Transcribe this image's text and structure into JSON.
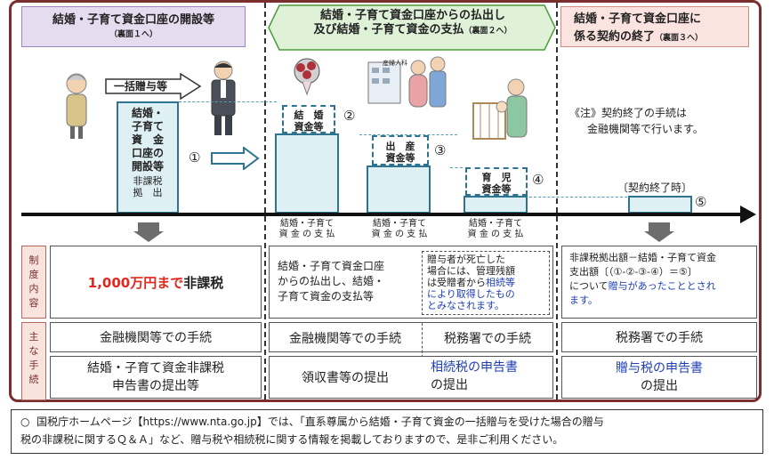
{
  "columns": {
    "col1": {
      "title": "結婚・子育て資金口座の開設等",
      "sub": "（裏面１へ）"
    },
    "col2": {
      "title_l1": "結婚・子育て資金口座からの払出し",
      "title_l2": "及び結婚・子育て資金の支払",
      "sub": "（裏面２へ）"
    },
    "col3": {
      "title_l1": "結婚・子育て資金口座に",
      "title_l2": "係る契約の終了",
      "sub": "（裏面３へ）"
    }
  },
  "diagram": {
    "lump_gift": "一括贈与等",
    "open_account": [
      "結婚・",
      "子育て",
      "資　金",
      "口座の",
      "開設等"
    ],
    "non_taxable_l1": "非課税",
    "non_taxable_l2": "拠　出",
    "num1": "①",
    "wedding_l1": "結　婚",
    "wedding_l2": "資金等",
    "num2": "②",
    "birth_l1": "出　産",
    "birth_l2": "資金等",
    "num3": "③",
    "childcare_l1": "育　児",
    "childcare_l2": "資金等",
    "num4": "④",
    "note_l1": "《注》契約終了の手続は",
    "note_l2": "金融機関等で行います。",
    "contract_end": "〔契約終了時〕",
    "num5": "⑤",
    "payment_l1": "結婚・子育て",
    "payment_l2": "資 金 の 支 払",
    "hospital_sign": "産婦人科"
  },
  "rows": {
    "system_label": "制度内容",
    "main_proc_label": "主な手続",
    "col1_system_red": "1,000万円まで",
    "col1_system_rest": "非課税",
    "col2_system_l1": "結婚・子育て資金口座",
    "col2_system_l2": "からの払出し、結婚・",
    "col2_system_l3": "子育て資金の支払等",
    "col2b_system_l1": "贈与者が死亡した",
    "col2b_system_l2": "場合には、管理残額",
    "col2b_system_l3_a": "は受贈者から",
    "col2b_system_l3_b": "相続等",
    "col2b_system_l4": "により取得したもの",
    "col2b_system_l5": "とみなされます。",
    "col3_system_l1": "非課税拠出額－結婚・子育て資金",
    "col3_system_l2": "支出額〔（①-②-③-④）＝⑤〕",
    "col3_system_l3_a": "について",
    "col3_system_l3_b": "贈与があったこととされ",
    "col3_system_l4": "ます。",
    "col1_proc": "金融機関等での手続",
    "col2_proc": "金融機関等での手続",
    "col2b_proc": "税務署での手続",
    "col3_proc": "税務署での手続",
    "col1_doc_l1": "結婚・子育て資金非課税",
    "col1_doc_l2": "申告書の提出等",
    "col2_doc": "領収書等の提出",
    "col2b_doc_l1": "相続税の申告書",
    "col2b_doc_l2": "の提出",
    "col3_doc_l1": "贈与税の申告書",
    "col3_doc_l2": "の提出"
  },
  "footer": {
    "bullet": "○",
    "text_l1": "国税庁ホームページ【https://www.nta.go.jp】では、「直系尊属から結婚・子育て資金の一括贈与を受けた場合の贈与",
    "text_l2": "税の非課税に関するＱ＆Ａ」など、贈与税や相続税に関する情報を掲載しておりますので、是非ご利用ください。"
  },
  "colors": {
    "frame": "#7a2e2e",
    "pillar": "#dff0f5",
    "pillar_border": "#2e7490",
    "red": "#e0281e",
    "blue": "#1f3fb4",
    "hdr2_bg": "#dff2d8"
  }
}
